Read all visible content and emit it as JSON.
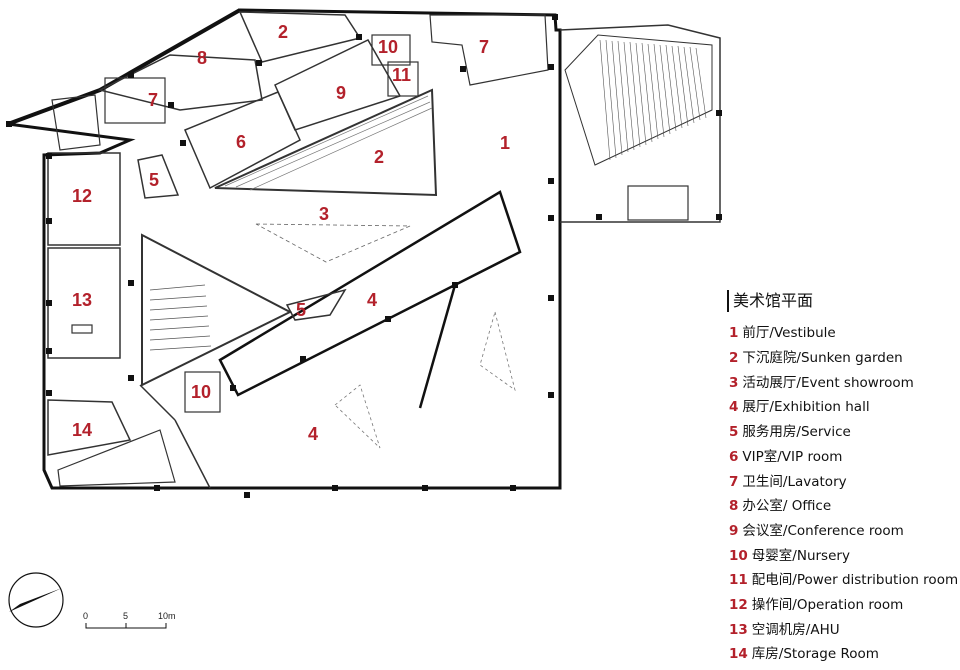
{
  "legend": {
    "title": "美术馆平面",
    "items": [
      {
        "num": "1",
        "label": "前厅/Vestibule"
      },
      {
        "num": "2",
        "label": "下沉庭院/Sunken garden"
      },
      {
        "num": "3",
        "label": "活动展厅/Event showroom"
      },
      {
        "num": "4",
        "label": "展厅/Exhibition hall"
      },
      {
        "num": "5",
        "label": "服务用房/Service"
      },
      {
        "num": "6",
        "label": "VIP室/VIP room"
      },
      {
        "num": "7",
        "label": "卫生间/Lavatory"
      },
      {
        "num": "8",
        "label": "办公室/ Office"
      },
      {
        "num": "9",
        "label": "会议室/Conference room"
      },
      {
        "num": "10",
        "label": "母婴室/Nursery"
      },
      {
        "num": "11",
        "label": "配电间/Power distribution room"
      },
      {
        "num": "12",
        "label": "操作间/Operation room"
      },
      {
        "num": "13",
        "label": "空调机房/AHU"
      },
      {
        "num": "14",
        "label": "库房/Storage Room"
      }
    ]
  },
  "room_labels": [
    "1",
    "2",
    "2",
    "3",
    "4",
    "4",
    "5",
    "5",
    "6",
    "7",
    "7",
    "8",
    "9",
    "10",
    "10",
    "11",
    "12",
    "13",
    "14"
  ],
  "scale": {
    "ticks": [
      "0",
      "5",
      "10m"
    ]
  }
}
